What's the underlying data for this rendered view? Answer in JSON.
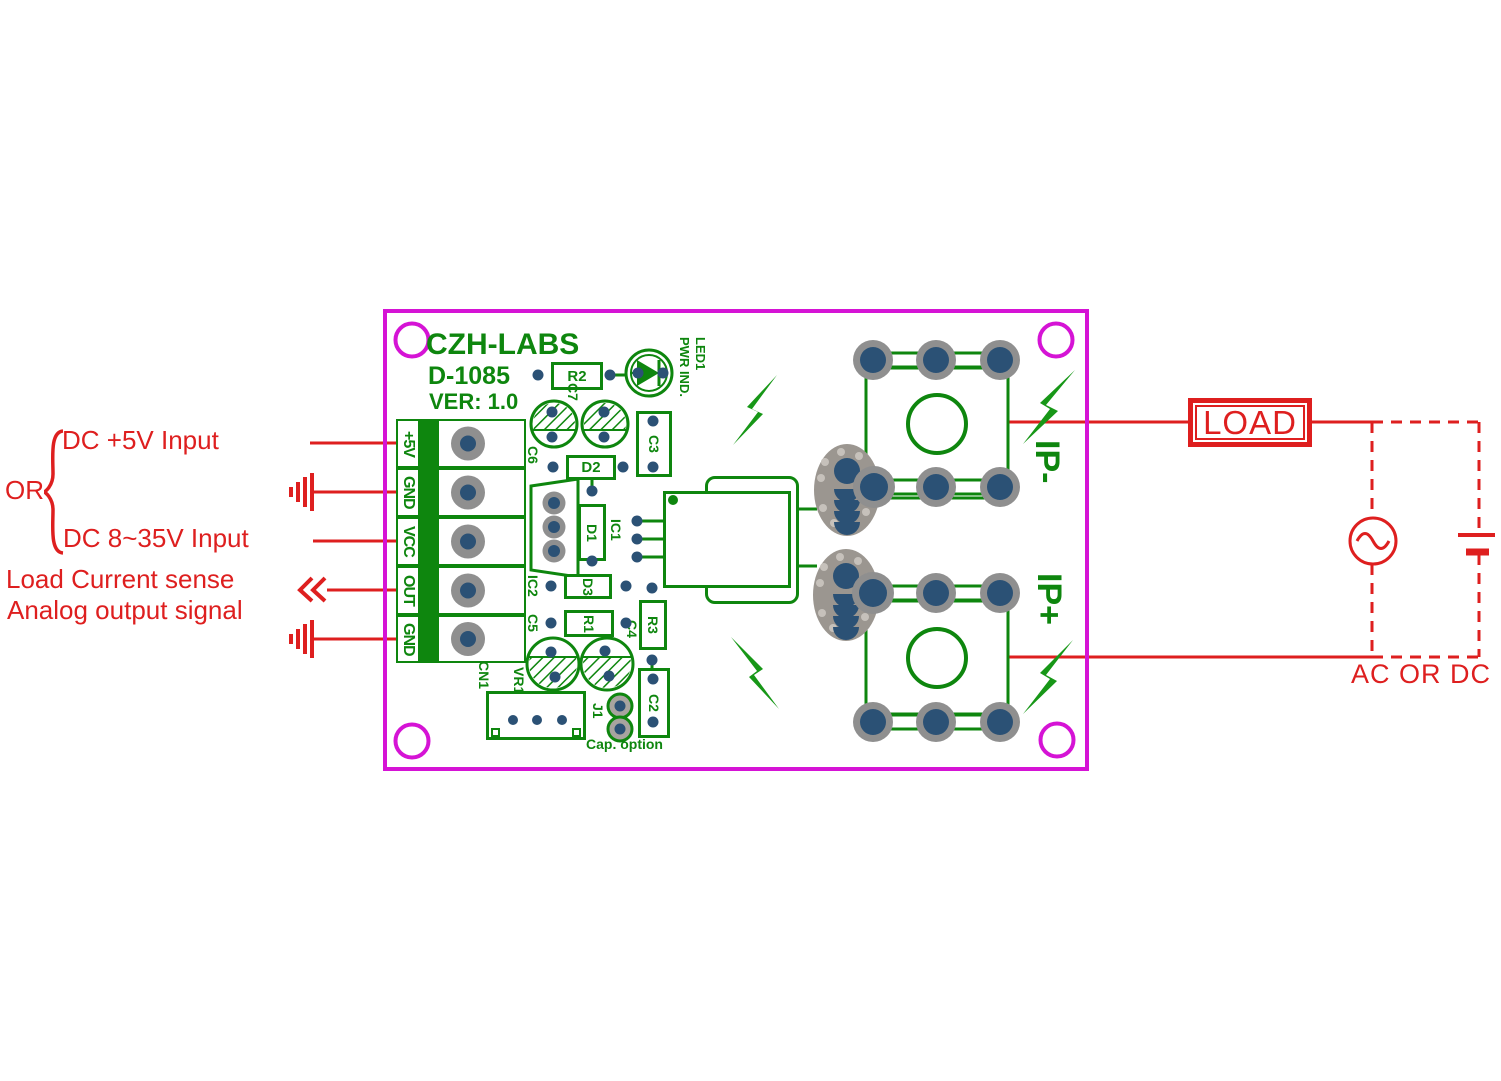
{
  "board": {
    "brand": "CZH-LABS",
    "model": "D-1085",
    "version": "VER: 1.0",
    "terminals": [
      "+5V",
      "GND",
      "VCC",
      "OUT",
      "GND"
    ],
    "refdes": {
      "r1": "R1",
      "r2": "R2",
      "r3": "R3",
      "c2": "C2",
      "c3": "C3",
      "c4": "C4",
      "c5": "C5",
      "c6": "C6",
      "c7": "C7",
      "d1": "D1",
      "d2": "D2",
      "d3": "D3",
      "ic1": "IC1",
      "ic2": "IC2",
      "vr1": "VR1",
      "cn1": "CN1",
      "j1": "J1"
    },
    "led_name": "LED1",
    "led_function": "PWR IND.",
    "cap_option_note": "Cap. option",
    "current_path": {
      "ip_minus": "IP-",
      "ip_plus": "IP+"
    }
  },
  "annotations": {
    "power_option_a": "DC +5V Input",
    "or_label": "OR",
    "power_option_b": "DC 8~35V Input",
    "output_line1": "Load Current sense",
    "output_line2": "Analog output signal",
    "load_label": "LOAD",
    "source_label": "AC OR DC"
  },
  "icons": {
    "high_current_bolt": "lightning-bolt",
    "power_led": "diode-in-circle",
    "earth_ground": "ground-bars",
    "ac_source": "sine-in-circle",
    "battery": "battery-plates",
    "out_direction": "double-left-chevron"
  },
  "colors": {
    "board_outline": "#d513d5",
    "silkscreen": "#0e860e",
    "wiring": "#de1f1f",
    "pad_ring": "#8f8f8f",
    "pad_core": "#2b5175"
  }
}
